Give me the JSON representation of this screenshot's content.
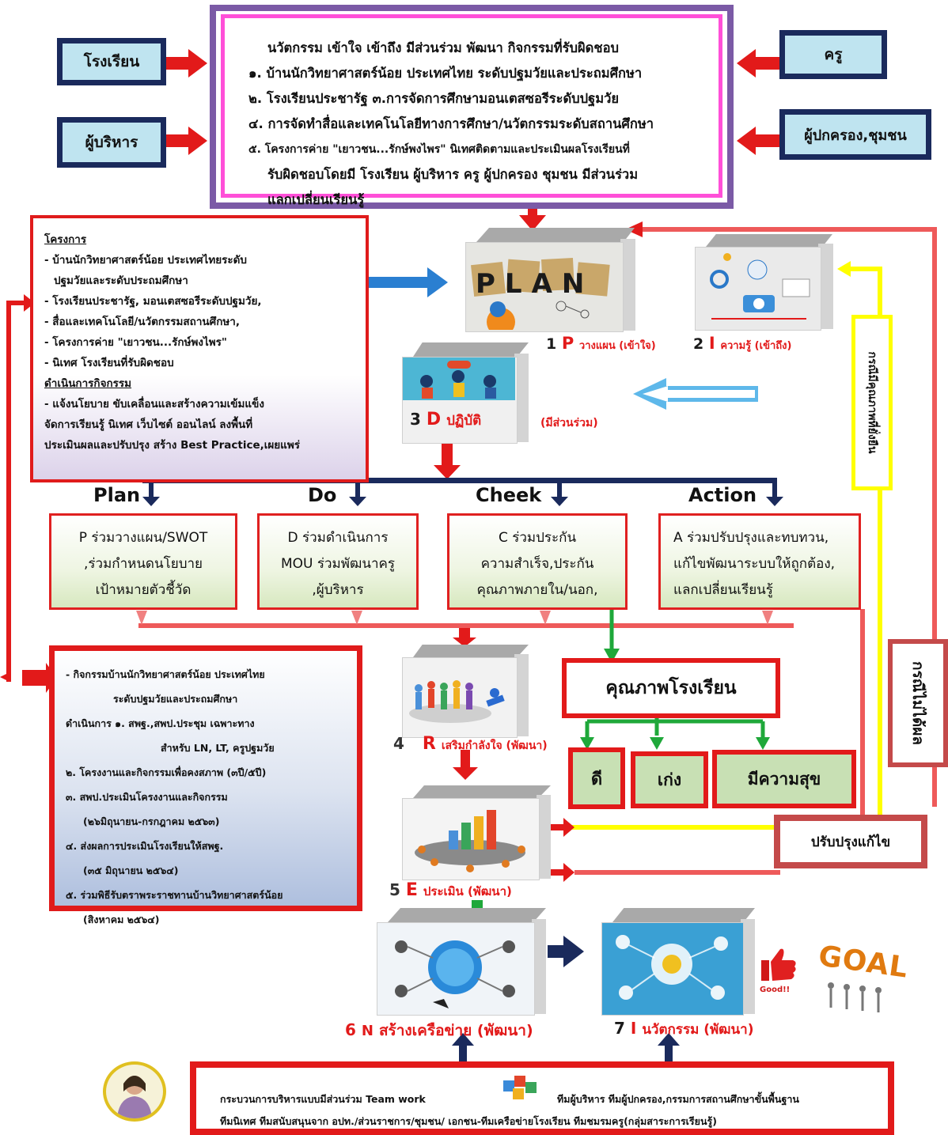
{
  "stakeholders": {
    "school": "โรงเรียน",
    "teacher": "ครู",
    "admin": "ผู้บริหาร",
    "parent": "ผู้ปกครอง,ชุมชน"
  },
  "top_box": {
    "lines": [
      "นวัตกรรม เข้าใจ เข้าถึง มีส่วนร่วม พัฒนา กิจกรรมที่รับผิดชอบ",
      "๑. บ้านนักวิทยาศาสตร์น้อย ประเทศไทย ระดับปฐมวัยและประถมศึกษา",
      "๒. โรงเรียนประชารัฐ  ๓.การจัดการศึกษามอนเตสซอรีระดับปฐมวัย",
      "๔. การจัดทำสื่อและเทคโนโลยีทางการศึกษา/นวัตกรรมระดับสถานศึกษา",
      "๕. โครงการค่าย \"เยาวชน...รักษ์พงไพร\" นิเทศติดตามและประเมินผลโรงเรียนที่",
      "รับผิดชอบโดยมี โรงเรียน ผู้บริหาร ครู ผู้ปกครอง ชุมชน  มีส่วนร่วม",
      "แลกเปลี่ยนเรียนรู้"
    ]
  },
  "project_box": {
    "heading": "โครงการ",
    "lines": [
      "- บ้านนักวิทยาศาสตร์น้อย ประเทศไทยระดับ",
      "  ปฐมวัยและระดับประถมศึกษา",
      "- โรงเรียนประชารัฐ, มอนเตสซอรีระดับปฐมวัย,",
      "- สื่อและเทคโนโลยี/นวัตกรรมสถานศึกษา,",
      "-  โครงการค่าย \"เยาวชน...รักษ์พงไพร\"",
      "-  นิเทศ  โรงเรียนที่รับผิดชอบ"
    ],
    "heading2": "ดำเนินการกิจกรรม",
    "lines2": [
      "- แจ้งนโยบาย ขับเคลื่อนและสร้างความเข้มแข็ง",
      "จัดการเรียนรู้  นิเทศ เว็บไซต์ ออนไลน์ ลงพื้นที่",
      "ประเมินผลและปรับปรุง สร้าง Best  Practice,เผยแพร่"
    ]
  },
  "steps": {
    "s1_num": "1",
    "s1_letter": "P",
    "s1_text": "วางแผน (เข้าใจ)",
    "s2_num": "2",
    "s2_letter": "I",
    "s2_text": "ความรู้ (เข้าถึง)",
    "s3_num": "3",
    "s3_letter": "D",
    "s3_text": "ปฏิบัติ",
    "s3_extra": "(มีส่วนร่วม)",
    "s4_num": "4",
    "s4_letter": "R",
    "s4_text": "เสริมกำลังใจ (พัฒนา)",
    "s5_num": "5",
    "s5_letter": "E",
    "s5_text": "ประเมิน (พัฒนา)",
    "s6_num": "6",
    "s6_letter": "N",
    "s6_text": "สร้างเครือข่าย  (พัฒนา)",
    "s7_num": "7",
    "s7_letter": "I",
    "s7_text": "นวัตกรรม (พัฒนา)"
  },
  "plan_image_word": "PLAN",
  "pdca": {
    "headers": [
      "Plan",
      "Do",
      "Cheek",
      "Action"
    ],
    "boxes": [
      [
        "P  ร่วมวางแผน/SWOT",
        ",ร่วมกำหนดนโยบาย",
        "เป้าหมายตัวชี้วัด"
      ],
      [
        "D ร่วมดำเนินการ",
        "MOU ร่วมพัฒนาครู",
        ",ผู้บริหาร"
      ],
      [
        "C ร่วมประกัน",
        "ความสำเร็จ,ประกัน",
        "คุณภาพภายใน/นอก,"
      ],
      [
        "A ร่วมปรับปรุงและทบทวน,",
        "แก้ไขพัฒนาระบบให้ถูกต้อง,",
        "แลกเปลี่ยนเรียนรู้"
      ]
    ]
  },
  "activities_box": {
    "lines": [
      "- กิจกรรมบ้านนักวิทยาศาสตร์น้อย ประเทศไทย",
      "ระดับปฐมวัยและประถมศึกษา",
      "ดำเนินการ ๑. สพฐ.,สพป.ประชุม เฉพาะทาง",
      "สำหรับ LN, LT, ครูปฐมวัย",
      "๒. โครงงานและกิจกรรมเพื่อคงสภาพ (๓ปี/๕ปี)",
      "๓. สพป.ประเมินโครงงานและกิจกรรม",
      "(๒๖มิถุนายน-กรกฎาคม ๒๕๖๓)",
      "๔. ส่งผลการประเมินโรงเรียนให้สพฐ.",
      "(๓๕ มิถุนายน ๒๕๖๔)",
      "๕. ร่วมพิธีรับตราพระราชทานบ้านวิทยาศาสตร์น้อย",
      "(สิงหาคม ๒๕๖๔)"
    ]
  },
  "quality": {
    "title": "คุณภาพโรงเรียน",
    "good": "ดี",
    "smart": "เก่ง",
    "happy": "มีความสุข"
  },
  "improve": "ปรับปรุงแก้ไข",
  "side_yes": "กรณีมีคุณภาพที่ยั่งยืน",
  "side_no": "กรณีไม่ได้ผล",
  "good_label": "Good!!",
  "goal_word": "GOAL",
  "bottom_box": {
    "line1": "กระบวนการบริหารแบบมีส่วนร่วม Team work",
    "line1b": "ทีมผู้บริหาร ทีมผู้ปกครอง,กรรมการสถานศึกษาขั้นพื้นฐาน",
    "line2": "ทีมนิเทศ ทีมสนับสนุนจาก อปท./ส่วนราชการ/ชุมชน/ เอกชน-ทีมเครือข่ายโรงเรียน ทีมชมรมครู(กลุ่มสาระการเรียนรู้)"
  },
  "colors": {
    "red": "#e21a1a",
    "navy": "#1a2a5c",
    "green": "#1fa83a",
    "yellow": "#ffff00",
    "lightblue": "#bfe4f0"
  }
}
